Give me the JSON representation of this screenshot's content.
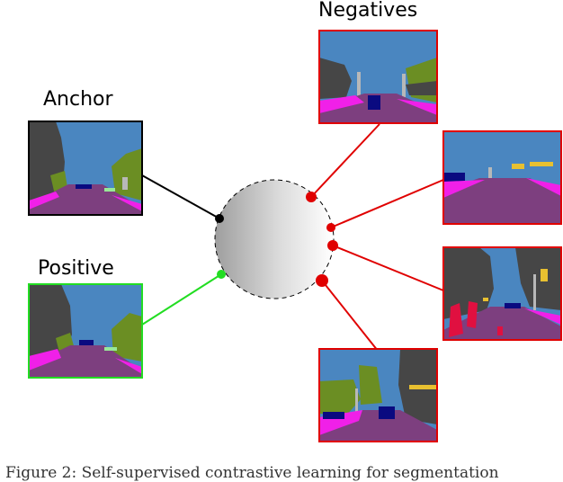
{
  "labels": {
    "anchor": "Anchor",
    "positive": "Positive",
    "negatives": "Negatives"
  },
  "caption": "Figure 2: Self-supervised contrastive learning for segmentation",
  "colors": {
    "anchor_link": "#000000",
    "positive_link": "#22dd22",
    "negative_link": "#e00000",
    "sky": "#4a86c0",
    "road": "#7d3f7f",
    "building": "#464646",
    "vegetation": "#6b8e23",
    "sidewalk": "#f020e8",
    "car": "#0a0a80",
    "sign": "#e8c030",
    "person": "#e01040",
    "pole": "#b8b8b8"
  },
  "thumbnails": [
    {
      "role": "anchor",
      "scene": "street-trees"
    },
    {
      "role": "positive",
      "scene": "street-trees"
    },
    {
      "role": "negative",
      "scene": "road-poles"
    },
    {
      "role": "negative",
      "scene": "road-signs"
    },
    {
      "role": "negative",
      "scene": "buildings-people"
    },
    {
      "role": "negative",
      "scene": "road-car"
    }
  ]
}
